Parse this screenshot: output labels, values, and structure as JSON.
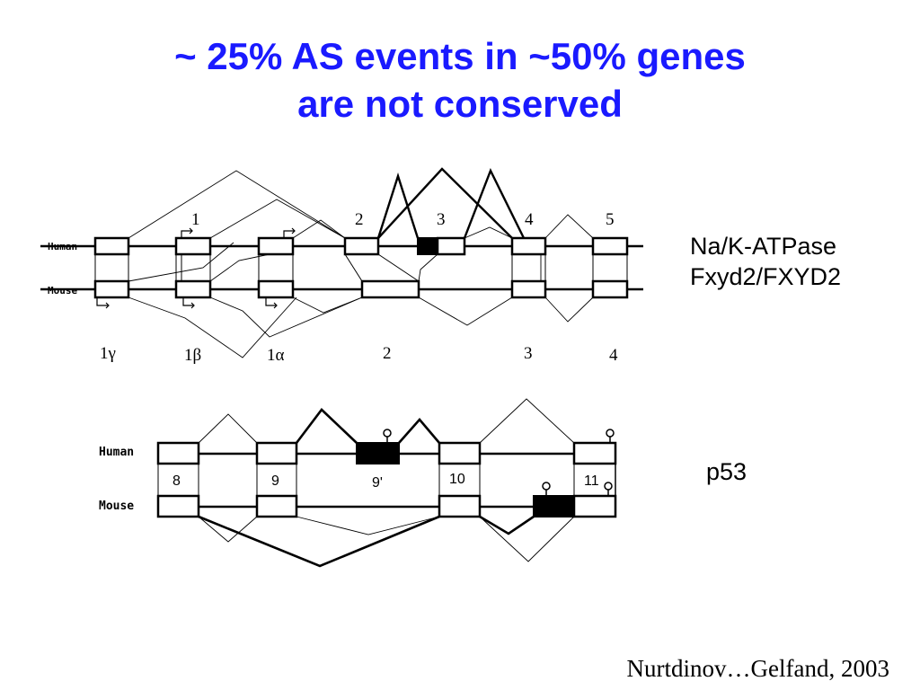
{
  "title": {
    "line1": "~ 25% AS events in ~50% genes",
    "line2": "are not conserved"
  },
  "diagrams": {
    "fxyd2": {
      "gene_label_line1": "Na/K-ATPase",
      "gene_label_line2": "Fxyd2/FXYD2",
      "species": {
        "human": "Human",
        "mouse": "Mouse"
      },
      "human_exon_numbers": [
        "1",
        "2",
        "3",
        "4",
        "5"
      ],
      "mouse_exon_numbers": [
        "1γ",
        "1β",
        "1α",
        "2",
        "3",
        "4"
      ]
    },
    "p53": {
      "gene_label": "p53",
      "species": {
        "human": "Human",
        "mouse": "Mouse"
      },
      "exon_numbers": [
        "8",
        "9",
        "9'",
        "10",
        "11"
      ]
    }
  },
  "citation": "Nurtdinov…Gelfand, 2003"
}
